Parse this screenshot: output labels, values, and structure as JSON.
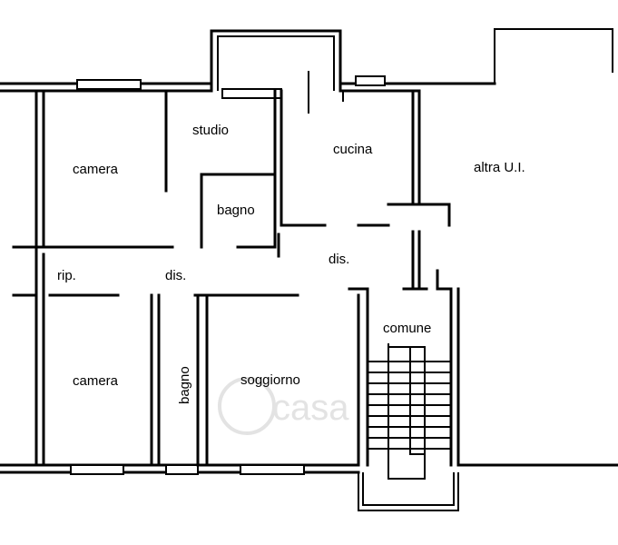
{
  "rooms": {
    "studio": "studio",
    "cucina": "cucina",
    "camera_top": "camera",
    "bagno_top": "bagno",
    "altra_ui": "altra U.I.",
    "rip": "rip.",
    "dis_left": "dis.",
    "dis_right": "dis.",
    "comune": "comune",
    "camera_bottom": "camera",
    "bagno_bottom": "bagno",
    "soggiorno": "soggiorno"
  },
  "watermark": {
    "text": "casa",
    "icon": "house-icon"
  }
}
